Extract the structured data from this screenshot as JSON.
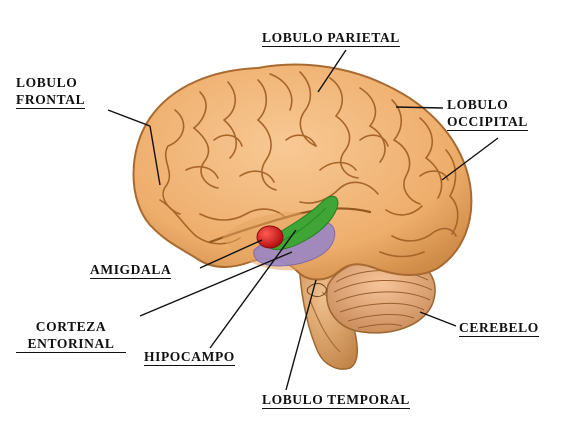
{
  "labels": {
    "parietal": "LOBULO PARIETAL",
    "frontal_1": "LOBULO",
    "frontal_2": "FRONTAL",
    "occipital_1": "LOBULO",
    "occipital_2": "OCCIPITAL",
    "amigdala": "AMIGDALA",
    "corteza_1": "CORTEZA",
    "corteza_2": "ENTORINAL",
    "hipocampo": "HIPOCAMPO",
    "cerebelo": "CEREBELO",
    "temporal": "LOBULO TEMPORAL"
  },
  "colors": {
    "brain": "#f2b574",
    "brain_shadow": "#cf8b48",
    "gyri_lines": "#a8652a",
    "cerebellum": "#eeb07a",
    "amygdala": "#d6181c",
    "hippocampus": "#3fa535",
    "entorhinal": "#9a86c6",
    "leader_lines": "#111111"
  }
}
